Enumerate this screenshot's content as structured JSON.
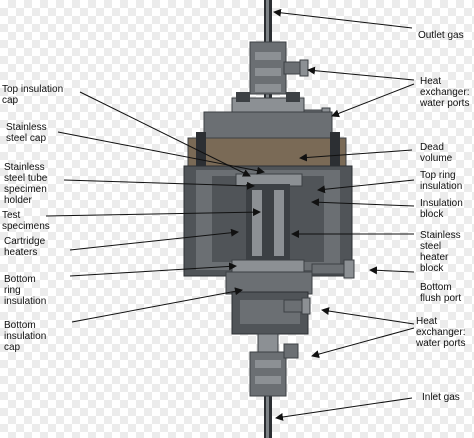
{
  "colors": {
    "body_dark": "#505458",
    "body_mid": "#6b6f73",
    "body_light": "#8c9094",
    "block_dark": "#3c4044",
    "bronze": "#7a6a56",
    "leader": "#111111",
    "background_check": "#ececec"
  },
  "labels": {
    "outlet_gas": "Outlet gas",
    "heat_exchanger_top": "Heat\nexchanger:\nwater ports",
    "top_insulation_cap": "Top insulation\ncap",
    "stainless_steel_cap": "Stainless\nsteel cap",
    "dead_volume": "Dead\nvolume",
    "stainless_steel_tube": "Stainless\nsteel tube\nspecimen\nholder",
    "top_ring_insulation": "Top ring\ninsulation",
    "insulation_block": "Insulation\nblock",
    "test_specimens": "Test\nspecimens",
    "cartridge_heaters": "Cartridge\nheaters",
    "stainless_steel_heater_block": "Stainless\nsteel\nheater\nblock",
    "bottom_ring_insulation": "Bottom\nring\ninsulation",
    "bottom_flush_port": "Bottom\nflush port",
    "bottom_insulation_cap": "Bottom\ninsulation\ncap",
    "heat_exchanger_bottom": "Heat\nexchanger:\nwater ports",
    "inlet_gas": "Inlet gas"
  }
}
